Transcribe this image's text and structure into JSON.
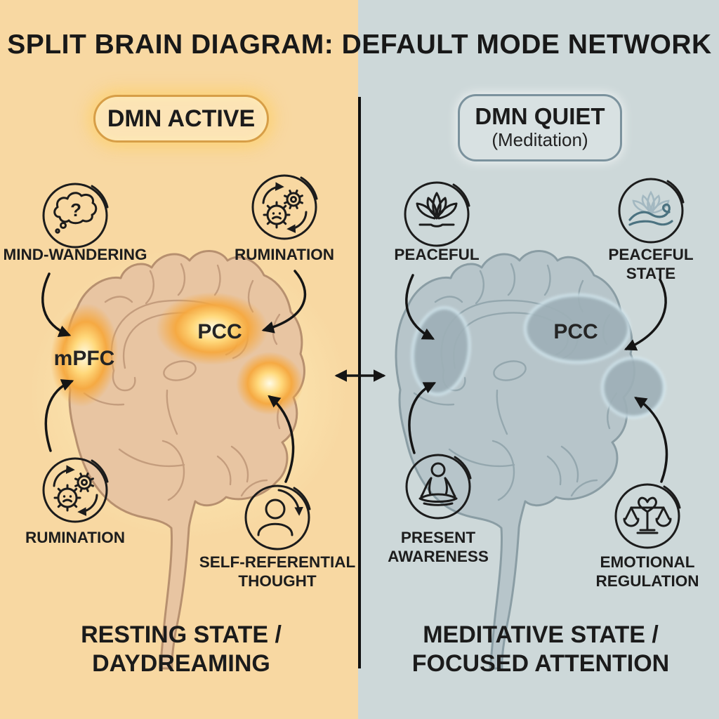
{
  "title": "SPLIT BRAIN DIAGRAM: DEFAULT MODE NETWORK",
  "left": {
    "badge_label": "DMN ACTIVE",
    "labels": {
      "mind_wandering": "MIND-WANDERING",
      "rumination_top": "RUMINATION",
      "rumination_bottom": "RUMINATION",
      "self_referential": "SELF-REFERENTIAL THOUGHT"
    },
    "brain_regions": {
      "mpfc": "mPFC",
      "pcc": "PCC"
    },
    "caption_line1": "RESTING STATE /",
    "caption_line2": "DAYDREAMING"
  },
  "right": {
    "badge_label": "DMN QUIET",
    "badge_sublabel": "(Meditation)",
    "labels": {
      "peaceful": "PEACEFUL",
      "peaceful_state": "PEACEFUL STATE",
      "present_awareness": "PRESENT AWARENESS",
      "emotional_regulation": "EMOTIONAL REGULATION"
    },
    "brain_regions": {
      "pcc": "PCC"
    },
    "caption_line1": "MEDITATIVE STATE /",
    "caption_line2": "FOCUSED ATTENTION"
  },
  "icons": {
    "question_mark": "?"
  },
  "colors": {
    "left_bg": "#f8d8a2",
    "right_bg": "#cdd8d9",
    "left_accent": "#d79e47",
    "right_accent": "#7b929d",
    "glow_core": "#fff7d8",
    "glow_orange": "#f6a83e",
    "brain_left_fill": "#e8c5a2",
    "brain_left_stroke": "#b7906f",
    "brain_right_fill": "#b7c5ca",
    "brain_right_stroke": "#8a9da4",
    "region_right_fill": "#9dafb7",
    "region_right_glow": "#d9eef6",
    "ink": "#1c1c1c"
  }
}
